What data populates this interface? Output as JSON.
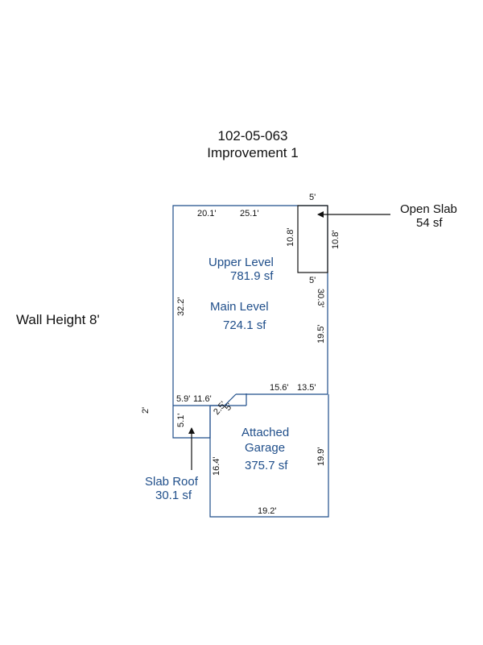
{
  "header": {
    "parcel": "102-05-063",
    "improvement": "Improvement 1"
  },
  "wall_height": "Wall Height 8'",
  "colors": {
    "line": "#1f4e8a",
    "text": "#111111",
    "label": "#1f4e8a",
    "background": "#ffffff"
  },
  "areas": {
    "upper_level": {
      "name": "Upper Level",
      "area": "781.9 sf"
    },
    "main_level": {
      "name": "Main Level",
      "area": "724.1 sf"
    },
    "garage": {
      "name_line1": "Attached",
      "name_line2": "Garage",
      "area": "375.7 sf"
    },
    "open_slab": {
      "name": "Open Slab",
      "area": "54 sf"
    },
    "slab_roof": {
      "name": "Slab Roof",
      "area": "30.1 sf"
    }
  },
  "dimensions": {
    "main_top_left": "20.1'",
    "main_top_right": "25.1'",
    "main_left": "32.2'",
    "main_right_upper": "30.3'",
    "main_right_lower": "19.5'",
    "main_bottom_left": "5.9'",
    "main_bottom_mid": "11.6'",
    "main_bottom_right1": "15.6'",
    "main_bottom_right2": "13.5'",
    "slab_top": "5'",
    "slab_bottom": "5'",
    "slab_left": "10.8'",
    "slab_right": "10.8'",
    "notch_diag": "2.5'",
    "notch_side": "5'",
    "slab_roof_side": "5.1'",
    "slab_roof_offset": "2'",
    "garage_left": "16.4'",
    "garage_right": "19.9'",
    "garage_bottom": "19.2'"
  }
}
